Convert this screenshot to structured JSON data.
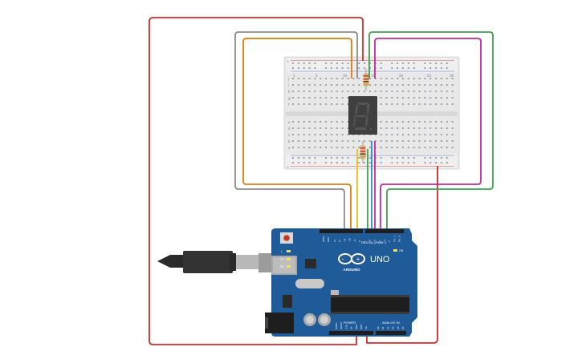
{
  "breadboard": {
    "column_numbers": [
      "1",
      "5",
      "10",
      "15",
      "20",
      "25",
      "30"
    ],
    "row_letters_top": [
      "j",
      "i",
      "h",
      "g",
      "f"
    ],
    "row_letters_bottom": [
      "e",
      "d",
      "c",
      "b",
      "a"
    ],
    "rail_plus": "+",
    "rail_minus": "-"
  },
  "arduino": {
    "brand": "ARDUINO",
    "model": "UNO",
    "digital_label": "DIGITAL (PWM~)",
    "power_label": "POWER",
    "analog_label": "ANALOG IN",
    "tx_label": "TX",
    "rx_label": "RX",
    "l_label": "L",
    "on_label": "ON",
    "aref_label": "AREF",
    "gnd_label": "GND",
    "digital_pins": [
      "13",
      "12",
      "~11",
      "~10",
      "~9",
      "8",
      "7",
      "~6",
      "~5",
      "4",
      "~3",
      "2",
      "TX→1",
      "RX←0"
    ],
    "power_pins": [
      "IOREF",
      "RESET",
      "3.3V",
      "5V",
      "GND",
      "GND",
      "Vin"
    ],
    "analog_pins": [
      "A0",
      "A1",
      "A2",
      "A3",
      "A4",
      "A5"
    ]
  },
  "display": {
    "digit": "8"
  },
  "colors": {
    "red_wire": "#d42a2a",
    "gray_wire": "#8c8c8c",
    "orange_wire": "#e07b0c",
    "green_wire": "#3aa34a",
    "magenta_wire": "#c2289a",
    "blue_wire": "#2f86c9",
    "yellow_wire": "#e3c11a",
    "arduino_board": "#1f5a99",
    "breadboard": "#e6e6e6"
  }
}
